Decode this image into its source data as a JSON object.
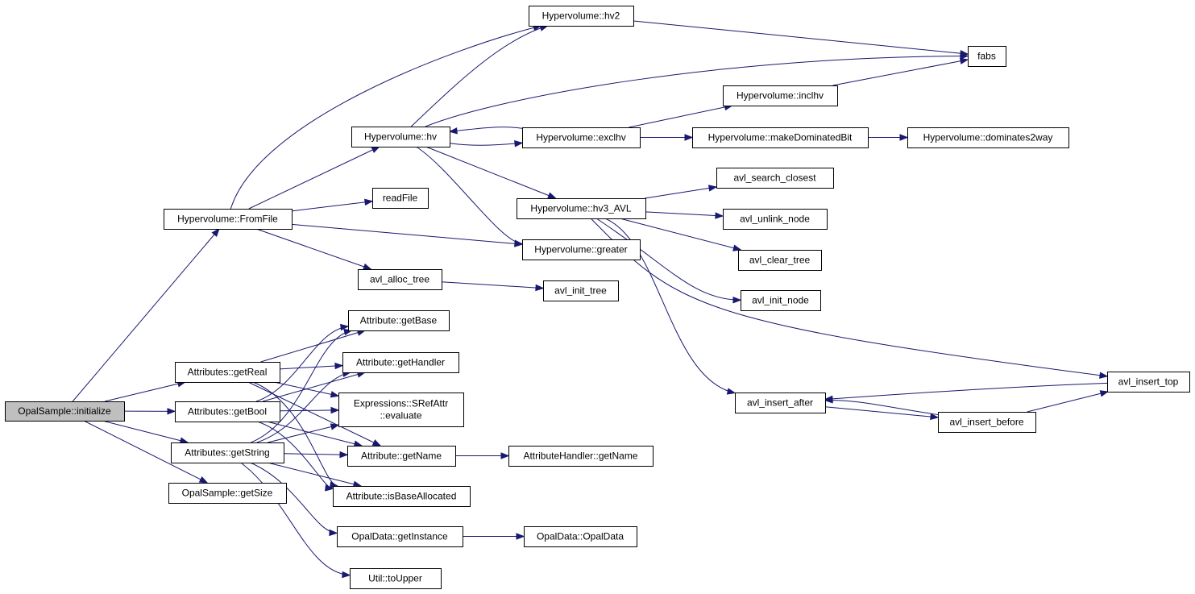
{
  "nodes": [
    {
      "id": "initialize",
      "lines": [
        "OpalSample::initialize"
      ],
      "root": true
    },
    {
      "id": "fromfile",
      "lines": [
        "Hypervolume::FromFile"
      ]
    },
    {
      "id": "getreal",
      "lines": [
        "Attributes::getReal"
      ]
    },
    {
      "id": "getbool",
      "lines": [
        "Attributes::getBool"
      ]
    },
    {
      "id": "getstring",
      "lines": [
        "Attributes::getString"
      ]
    },
    {
      "id": "getsize",
      "lines": [
        "OpalSample::getSize"
      ]
    },
    {
      "id": "hv",
      "lines": [
        "Hypervolume::hv"
      ]
    },
    {
      "id": "readfile",
      "lines": [
        "readFile"
      ]
    },
    {
      "id": "avlalloc",
      "lines": [
        "avl_alloc_tree"
      ]
    },
    {
      "id": "greater",
      "lines": [
        "Hypervolume::greater"
      ]
    },
    {
      "id": "hv2",
      "lines": [
        "Hypervolume::hv2"
      ]
    },
    {
      "id": "fabs",
      "lines": [
        "fabs"
      ]
    },
    {
      "id": "inclhv",
      "lines": [
        "Hypervolume::inclhv"
      ]
    },
    {
      "id": "exclhv",
      "lines": [
        "Hypervolume::exclhv"
      ]
    },
    {
      "id": "makedom",
      "lines": [
        "Hypervolume::makeDominatedBit"
      ]
    },
    {
      "id": "dom2way",
      "lines": [
        "Hypervolume::dominates2way"
      ]
    },
    {
      "id": "hv3avl",
      "lines": [
        "Hypervolume::hv3_AVL"
      ]
    },
    {
      "id": "searchclosest",
      "lines": [
        "avl_search_closest"
      ]
    },
    {
      "id": "unlinknode",
      "lines": [
        "avl_unlink_node"
      ]
    },
    {
      "id": "cleartree",
      "lines": [
        "avl_clear_tree"
      ]
    },
    {
      "id": "initnode",
      "lines": [
        "avl_init_node"
      ]
    },
    {
      "id": "inserttop",
      "lines": [
        "avl_insert_top"
      ]
    },
    {
      "id": "insertafter",
      "lines": [
        "avl_insert_after"
      ]
    },
    {
      "id": "insertbefore",
      "lines": [
        "avl_insert_before"
      ]
    },
    {
      "id": "inittree",
      "lines": [
        "avl_init_tree"
      ]
    },
    {
      "id": "getbase",
      "lines": [
        "Attribute::getBase"
      ]
    },
    {
      "id": "gethandler",
      "lines": [
        "Attribute::getHandler"
      ]
    },
    {
      "id": "srefattr",
      "lines": [
        "Expressions::SRefAttr",
        "::evaluate"
      ]
    },
    {
      "id": "attrgetname",
      "lines": [
        "Attribute::getName"
      ]
    },
    {
      "id": "handlergetname",
      "lines": [
        "AttributeHandler::getName"
      ]
    },
    {
      "id": "isbasealloc",
      "lines": [
        "Attribute::isBaseAllocated"
      ]
    },
    {
      "id": "getinstance",
      "lines": [
        "OpalData::getInstance"
      ]
    },
    {
      "id": "opaldata",
      "lines": [
        "OpalData::OpalData"
      ]
    },
    {
      "id": "toupper",
      "lines": [
        "Util::toUpper"
      ]
    }
  ],
  "edges": [
    {
      "from": "initialize",
      "to": "fromfile"
    },
    {
      "from": "initialize",
      "to": "getreal"
    },
    {
      "from": "initialize",
      "to": "getbool"
    },
    {
      "from": "initialize",
      "to": "getstring"
    },
    {
      "from": "initialize",
      "to": "getsize"
    },
    {
      "from": "fromfile",
      "to": "hv2"
    },
    {
      "from": "fromfile",
      "to": "hv"
    },
    {
      "from": "fromfile",
      "to": "readfile"
    },
    {
      "from": "fromfile",
      "to": "greater"
    },
    {
      "from": "fromfile",
      "to": "avlalloc"
    },
    {
      "from": "hv",
      "to": "hv2"
    },
    {
      "from": "hv",
      "to": "fabs"
    },
    {
      "from": "hv",
      "to": "exclhv"
    },
    {
      "from": "hv",
      "to": "greater"
    },
    {
      "from": "hv",
      "to": "hv3avl"
    },
    {
      "from": "hv2",
      "to": "fabs"
    },
    {
      "from": "exclhv",
      "to": "hv"
    },
    {
      "from": "exclhv",
      "to": "inclhv"
    },
    {
      "from": "exclhv",
      "to": "makedom"
    },
    {
      "from": "inclhv",
      "to": "fabs"
    },
    {
      "from": "makedom",
      "to": "dom2way"
    },
    {
      "from": "hv3avl",
      "to": "searchclosest"
    },
    {
      "from": "hv3avl",
      "to": "unlinknode"
    },
    {
      "from": "hv3avl",
      "to": "cleartree"
    },
    {
      "from": "hv3avl",
      "to": "initnode"
    },
    {
      "from": "hv3avl",
      "to": "inserttop"
    },
    {
      "from": "hv3avl",
      "to": "insertafter"
    },
    {
      "from": "insertafter",
      "to": "insertbefore"
    },
    {
      "from": "insertbefore",
      "to": "insertafter"
    },
    {
      "from": "insertbefore",
      "to": "inserttop"
    },
    {
      "from": "inserttop",
      "to": "insertafter"
    },
    {
      "from": "avlalloc",
      "to": "inittree"
    },
    {
      "from": "getreal",
      "to": "getbase"
    },
    {
      "from": "getreal",
      "to": "gethandler"
    },
    {
      "from": "getreal",
      "to": "srefattr"
    },
    {
      "from": "getreal",
      "to": "attrgetname"
    },
    {
      "from": "getreal",
      "to": "isbasealloc"
    },
    {
      "from": "getbool",
      "to": "getbase"
    },
    {
      "from": "getbool",
      "to": "gethandler"
    },
    {
      "from": "getbool",
      "to": "srefattr"
    },
    {
      "from": "getbool",
      "to": "attrgetname"
    },
    {
      "from": "getbool",
      "to": "isbasealloc"
    },
    {
      "from": "getstring",
      "to": "getbase"
    },
    {
      "from": "getstring",
      "to": "gethandler"
    },
    {
      "from": "getstring",
      "to": "srefattr"
    },
    {
      "from": "getstring",
      "to": "attrgetname"
    },
    {
      "from": "getstring",
      "to": "isbasealloc"
    },
    {
      "from": "getstring",
      "to": "getinstance"
    },
    {
      "from": "getstring",
      "to": "toupper"
    },
    {
      "from": "attrgetname",
      "to": "handlergetname"
    },
    {
      "from": "getinstance",
      "to": "opaldata"
    }
  ]
}
